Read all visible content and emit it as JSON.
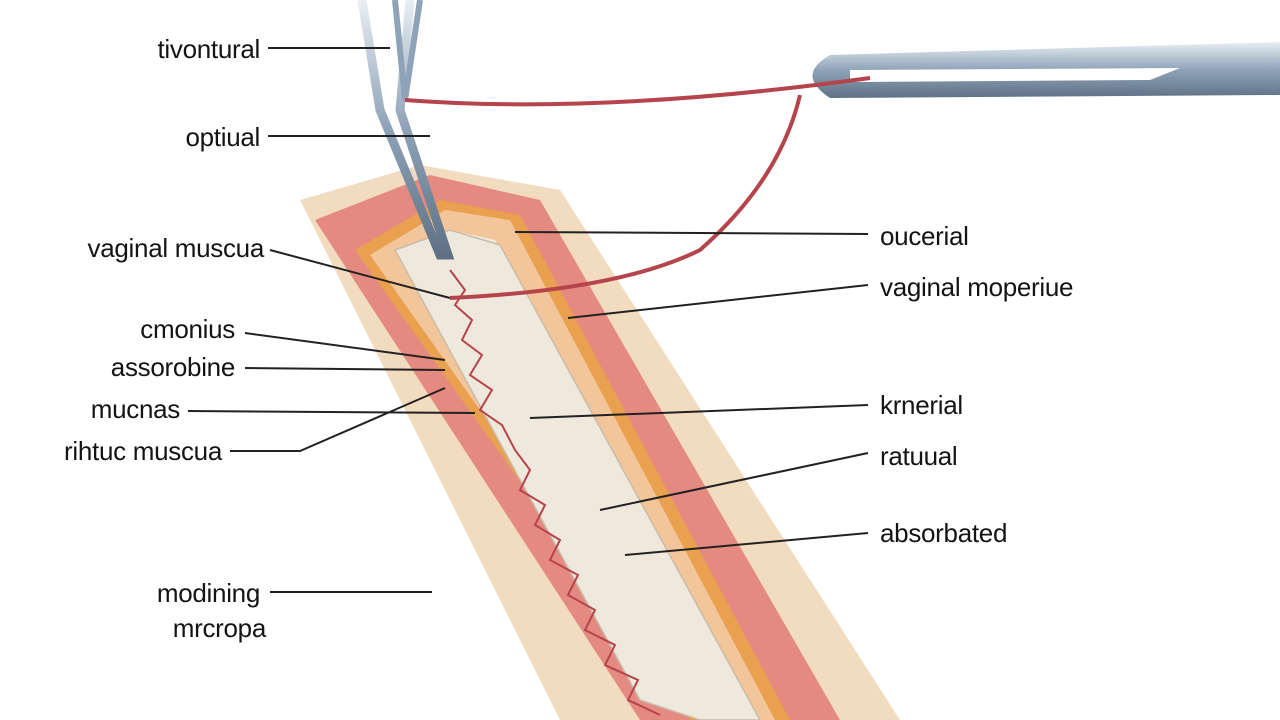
{
  "labels_left": [
    {
      "text": "tivontural"
    },
    {
      "text": "optiual"
    },
    {
      "text": "vaginal muscua"
    },
    {
      "text": "cmonius"
    },
    {
      "text": "assorobine"
    },
    {
      "text": "mucnas"
    },
    {
      "text": "rihtuc muscua"
    },
    {
      "text": "modining"
    },
    {
      "text": "mrcropa"
    }
  ],
  "labels_right": [
    {
      "text": "oucerial"
    },
    {
      "text": "vaginal moperiue"
    },
    {
      "text": "krnerial"
    },
    {
      "text": "ratuual"
    },
    {
      "text": "absorbated"
    }
  ],
  "colors": {
    "tissue_outer": "#f1dcc0",
    "muscle": "#e48a80",
    "fascia": "#e9a04f",
    "mucosa": "#efeae0",
    "suture": "#b5444c",
    "needle": "#a9b8c8"
  }
}
